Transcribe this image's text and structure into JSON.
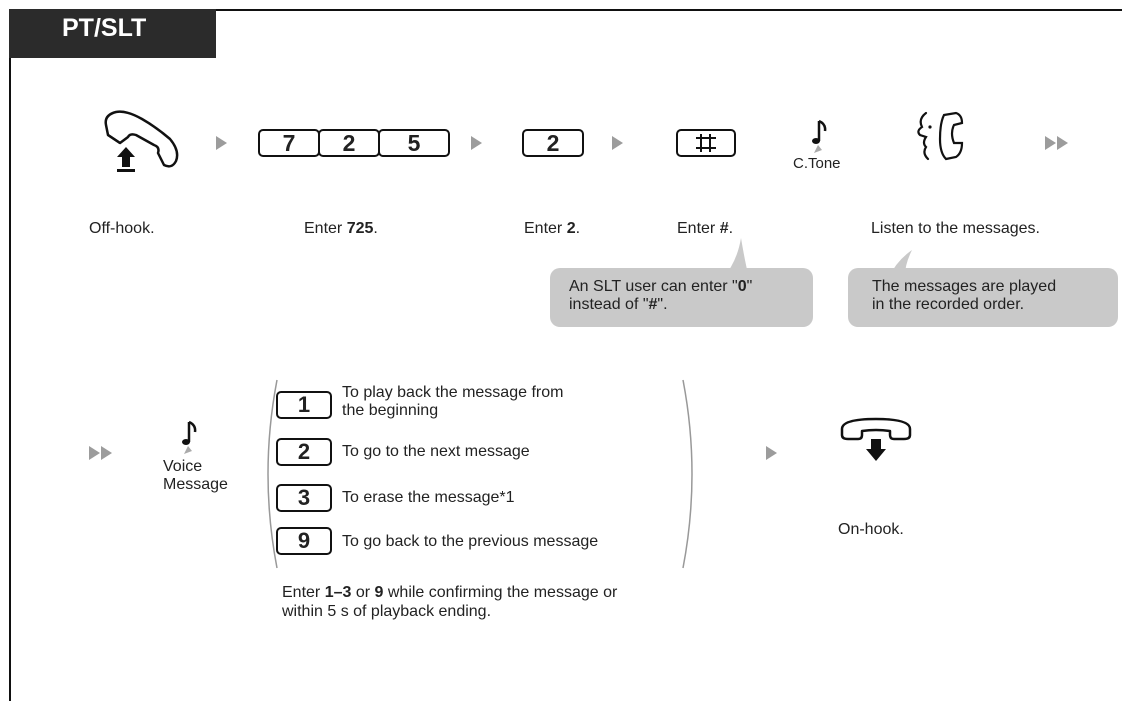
{
  "header": {
    "tab_label": "PT/SLT"
  },
  "step1": {
    "off_hook_label": "Off-hook.",
    "enter_prefix": "Enter ",
    "feature_code": "725",
    "period": ".",
    "keys": [
      "7",
      "2",
      "5"
    ],
    "mailbox_key": "2",
    "mailbox_code": "2",
    "hash_key": "#",
    "hash_code": "#",
    "ctone_label": "C.Tone",
    "listen_label": "Listen to the messages."
  },
  "note_slt": {
    "prefix": "An SLT user can enter \"",
    "zero": "0",
    "middle": "\"",
    "line2_prefix": "instead of \"",
    "hash": "#",
    "line2_suffix": "\"."
  },
  "note_order": {
    "line1": "The messages are played",
    "line2": "in the recorded order."
  },
  "step2": {
    "voice_message_line1": "Voice",
    "voice_message_line2": "Message",
    "options": [
      {
        "key": "1",
        "line1": "To play back the message from",
        "line2": "the beginning"
      },
      {
        "key": "2",
        "line1": "To go to the next message"
      },
      {
        "key": "3",
        "line1": "To erase the message*1"
      },
      {
        "key": "9",
        "line1": "To go back to the previous message"
      }
    ],
    "instruction_a": "Enter ",
    "instruction_range": "1–3",
    "instruction_or": " or ",
    "instruction_nine": "9",
    "instruction_b": " while confirming the message or",
    "instruction_line2": "within 5 s of playback ending.",
    "on_hook_label": "On-hook."
  }
}
